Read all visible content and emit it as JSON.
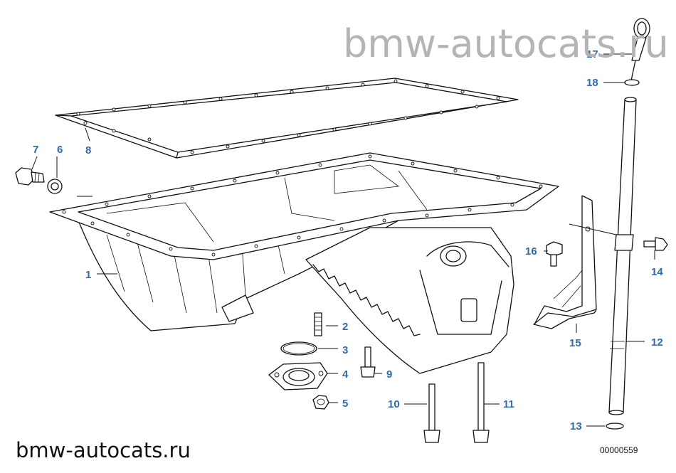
{
  "watermark_top": "bmw-autocats.ru",
  "watermark_bottom": "bmw-autocats.ru",
  "diagram_id": "00000559",
  "callouts": [
    {
      "id": "1",
      "label": "1"
    },
    {
      "id": "2",
      "label": "2"
    },
    {
      "id": "3",
      "label": "3"
    },
    {
      "id": "4",
      "label": "4"
    },
    {
      "id": "5",
      "label": "5"
    },
    {
      "id": "6",
      "label": "6"
    },
    {
      "id": "7",
      "label": "7"
    },
    {
      "id": "8",
      "label": "8"
    },
    {
      "id": "9",
      "label": "9"
    },
    {
      "id": "10",
      "label": "10"
    },
    {
      "id": "11",
      "label": "11"
    },
    {
      "id": "12",
      "label": "12"
    },
    {
      "id": "13",
      "label": "13"
    },
    {
      "id": "14",
      "label": "14"
    },
    {
      "id": "15",
      "label": "15"
    },
    {
      "id": "16",
      "label": "16"
    },
    {
      "id": "17",
      "label": "17"
    },
    {
      "id": "18",
      "label": "18"
    }
  ],
  "colors": {
    "callout": "#2e6bb0",
    "watermark": "#b4b4b4",
    "line": "#111111"
  }
}
